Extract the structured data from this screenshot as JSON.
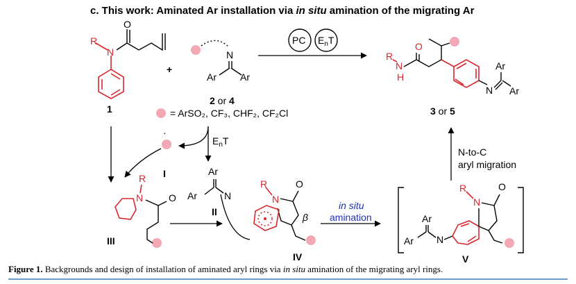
{
  "title": {
    "prefix": "c. This work: Aminated Ar installation via ",
    "italic": "in situ",
    "suffix": " amination of the migrating Ar"
  },
  "caption": {
    "label": "Figure 1.",
    "text1": " Backgrounds and design of installation of aminated aryl rings via ",
    "italic": "in situ",
    "text2": " amination of the migrating aryl rings."
  },
  "atoms": {
    "R": "R",
    "N": "N",
    "O": "O",
    "H": "H",
    "Ar": "Ar"
  },
  "compounds": {
    "c1": "1",
    "c2or4_a": "2",
    "c2or4_or": " or ",
    "c2or4_b": "4",
    "c3or5_a": "3",
    "c3or5_or": " or ",
    "c3or5_b": "5",
    "I": "I",
    "II": "II",
    "III": "III",
    "IV": "IV",
    "V": "V"
  },
  "plus": "+",
  "reagents": {
    "PC": "PC",
    "EnT_E": "E",
    "EnT_n": "n",
    "EnT_T": "T"
  },
  "radical_def": "= ArSO₂, CF₃, CHF₂, CF₂Cl",
  "migration": {
    "line1": "N-to-C",
    "line2": "aryl migration"
  },
  "amination": {
    "line1": "in situ",
    "line2": "amination"
  },
  "beta": "β",
  "colors": {
    "accent_red": "#d8262e",
    "radical_pink": "#f3a9b4",
    "amination_blue": "#1f2fb0",
    "rule_blue": "#6d9bc8"
  }
}
